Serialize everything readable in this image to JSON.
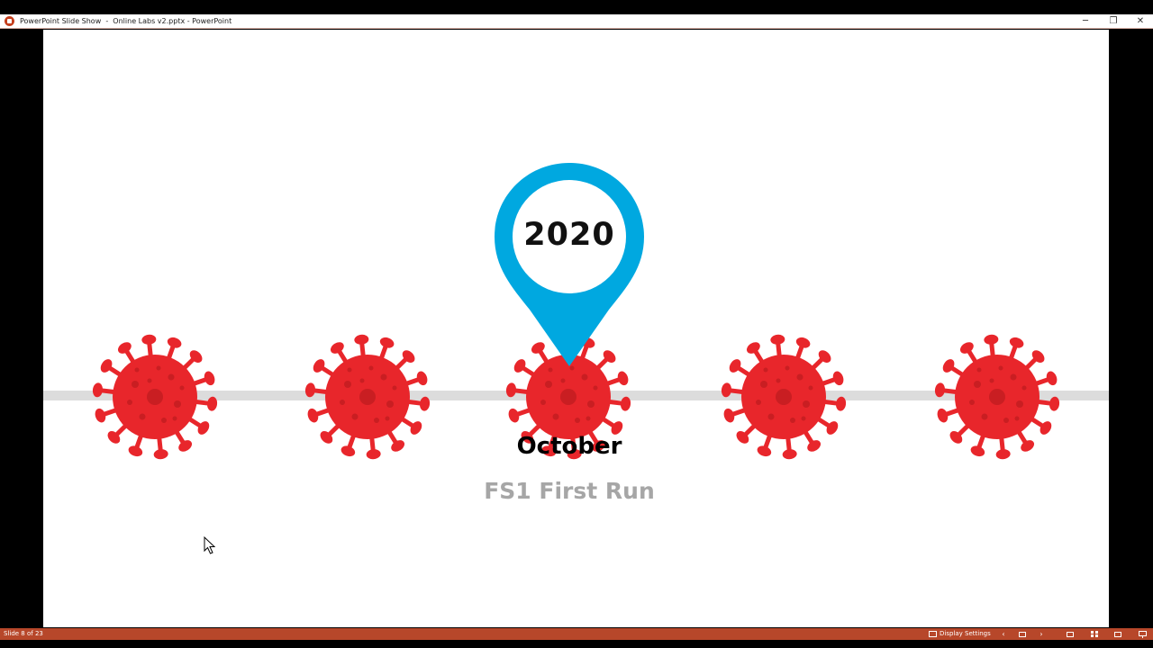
{
  "window": {
    "title": "PowerPoint Slide Show  -  Online Labs v2.pptx - PowerPoint",
    "minimize_glyph": "─",
    "restore_glyph": "❐",
    "close_glyph": "✕"
  },
  "slide": {
    "pin_year": "2020",
    "month": "October",
    "event": "FS1 First Run",
    "colors": {
      "pin": "#00a8e0",
      "virus": "#e8262b",
      "virus_dark": "#c91e22",
      "timeline": "#dcdcdc",
      "event_text": "#a6a6a6"
    },
    "icons": [
      "virus-icon",
      "virus-icon",
      "virus-icon",
      "virus-icon",
      "virus-icon"
    ]
  },
  "statusbar": {
    "slide_counter": "Slide 8 of 23",
    "display_settings": "Display Settings",
    "prev_glyph": "‹",
    "next_glyph": "›",
    "background": "#b7472a"
  }
}
